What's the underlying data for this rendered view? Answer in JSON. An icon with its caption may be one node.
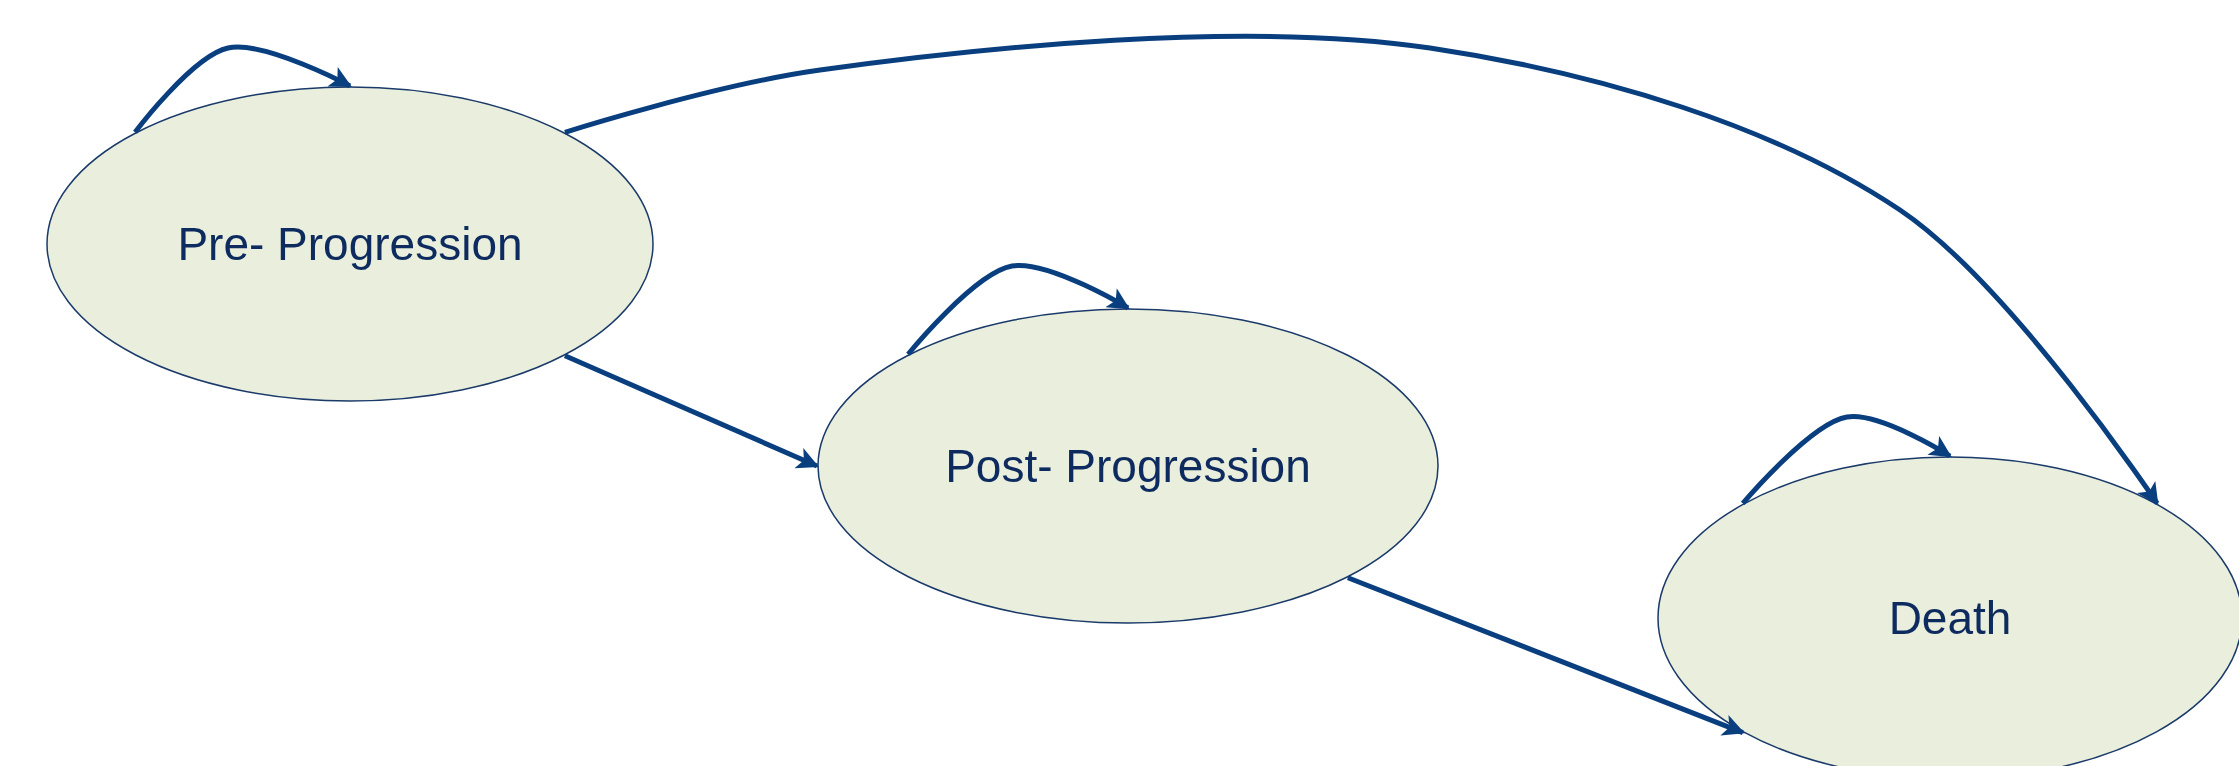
{
  "diagram": {
    "nodes": [
      {
        "text": [
          "Pre- Progression"
        ]
      },
      {
        "text": [
          "Post- Progression"
        ]
      },
      {
        "text": [
          "Death"
        ]
      }
    ],
    "edges": [
      {
        "from": 0,
        "to": 0,
        "arrow": "to"
      },
      {
        "from": 0,
        "to": 2,
        "arrow": "to"
      },
      {
        "from": 0,
        "to": 1,
        "arrow": "to"
      },
      {
        "from": 1,
        "to": 1,
        "arrow": "to"
      },
      {
        "from": 1,
        "to": 2,
        "arrow": "to"
      },
      {
        "from": 2,
        "to": 2,
        "arrow": "to"
      }
    ]
  }
}
